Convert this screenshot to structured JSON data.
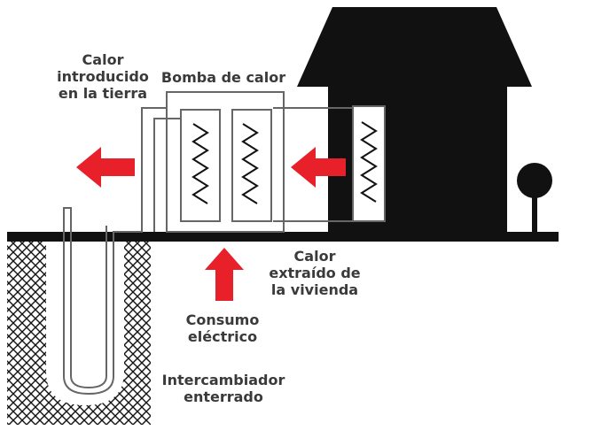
{
  "labels": {
    "heat_to_ground": [
      "Calor",
      "introducido",
      "en la tierra"
    ],
    "heat_pump": "Bomba de calor",
    "heat_from_home": [
      "Calor",
      "extraído de",
      "la vivienda"
    ],
    "electric_consumption": [
      "Consumo",
      "eléctrico"
    ],
    "ground_exchanger": [
      "Intercambiador",
      "enterrado"
    ]
  },
  "colors": {
    "arrow": "#e8202a",
    "ink": "#111111",
    "line": "#666666",
    "text": "#3a3a3a"
  }
}
